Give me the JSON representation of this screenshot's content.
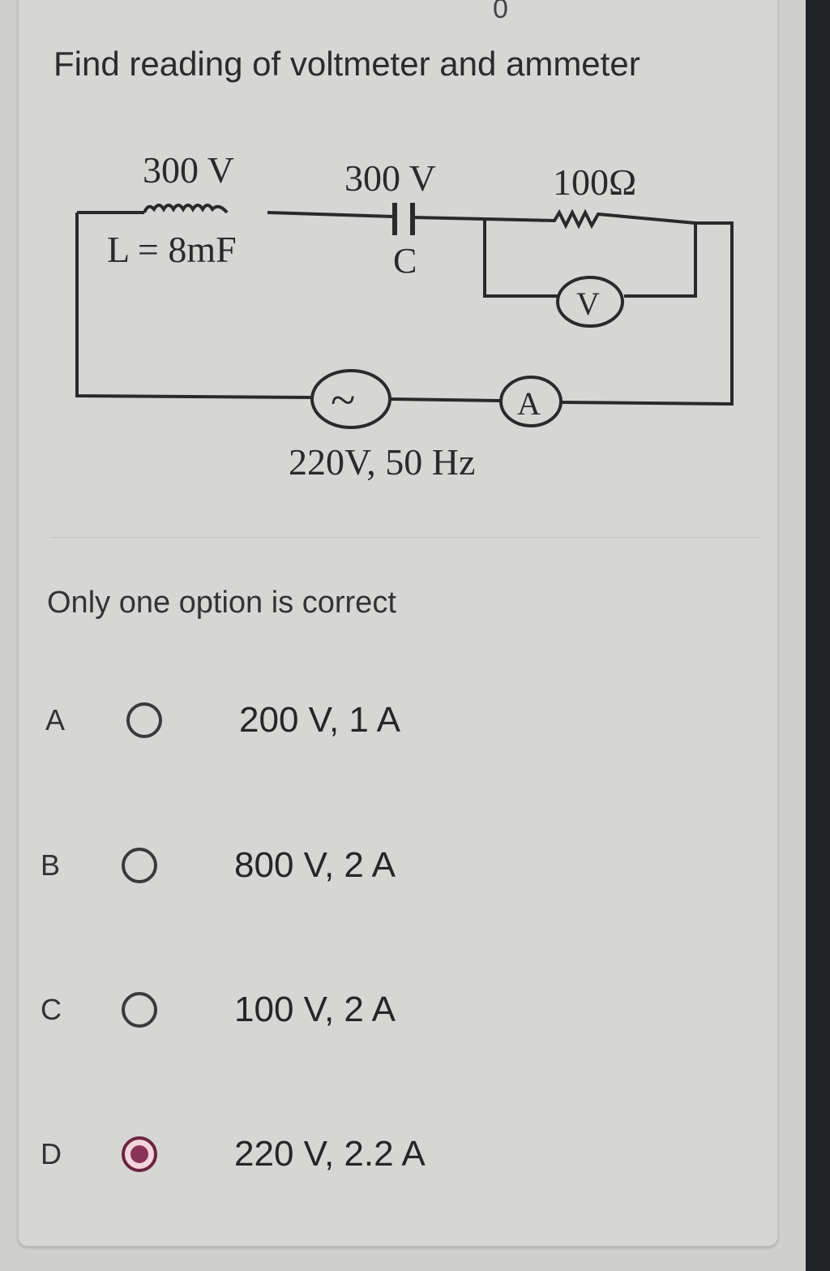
{
  "top_partial_text": "0",
  "question": "Find reading of voltmeter and ammeter",
  "circuit": {
    "inductor_voltage": "300 V",
    "inductor_label": "L = 8mF",
    "capacitor_voltage": "300 V",
    "capacitor_label": "C",
    "resistor_label": "100Ω",
    "voltmeter_symbol": "V",
    "ammeter_symbol": "A",
    "source_symbol": "~",
    "source_label": "220V, 50 Hz"
  },
  "instruction": "Only one option is correct",
  "options": [
    {
      "letter": "A",
      "text": "200 V, 1 A",
      "selected": false
    },
    {
      "letter": "B",
      "text": "800 V, 2 A",
      "selected": false
    },
    {
      "letter": "C",
      "text": "100 V, 2 A",
      "selected": false
    },
    {
      "letter": "D",
      "text": "220 V, 2.2 A",
      "selected": true
    }
  ],
  "colors": {
    "selected_radio": "#8a3358",
    "background": "#d6d6d4"
  }
}
